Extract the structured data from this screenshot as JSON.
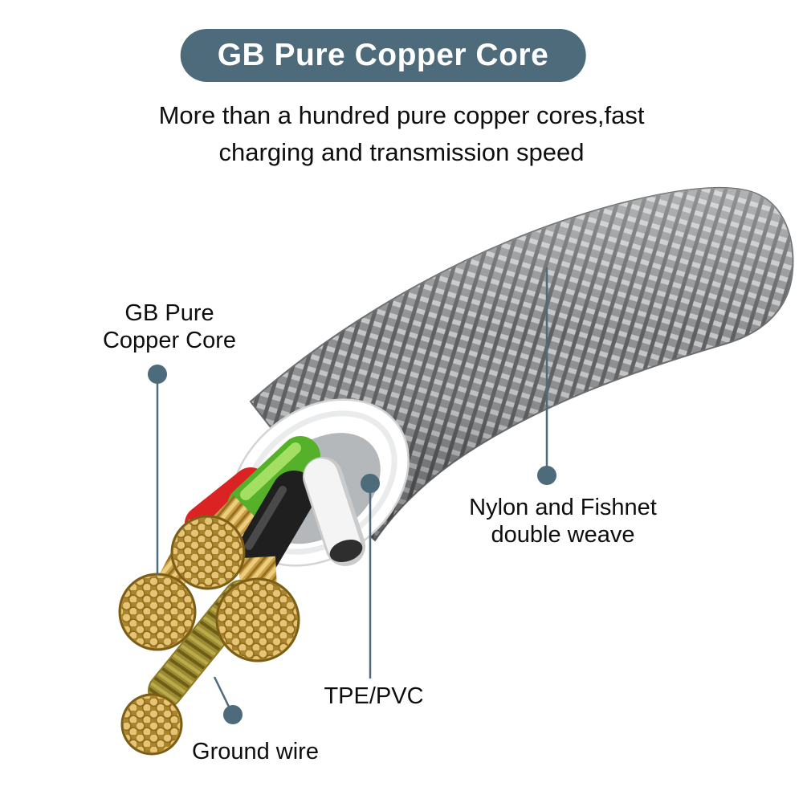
{
  "banner": {
    "title": "GB Pure Copper Core"
  },
  "subtitle": {
    "line1": "More than a hundred pure copper cores,fast",
    "line2": "charging and transmission speed"
  },
  "callouts": {
    "copper_core": {
      "line1": "GB Pure",
      "line2": "Copper Core"
    },
    "weave": {
      "line1": "Nylon and Fishnet",
      "line2": "double weave"
    },
    "tpe": {
      "label": "TPE/PVC"
    },
    "ground": {
      "label": "Ground wire"
    }
  },
  "colors": {
    "banner_bg": "#4d6b7a",
    "callout_accent": "#4d6b7a",
    "braid_grey": "#8d8f91",
    "jacket_white": "#ffffff",
    "copper": "#e6c475",
    "green_wire": "#54b129",
    "red_wire": "#dc2323",
    "black_wire": "#1f1f1f",
    "white_wire": "#f4f4f4",
    "ground_olive": "#9d8b31"
  }
}
